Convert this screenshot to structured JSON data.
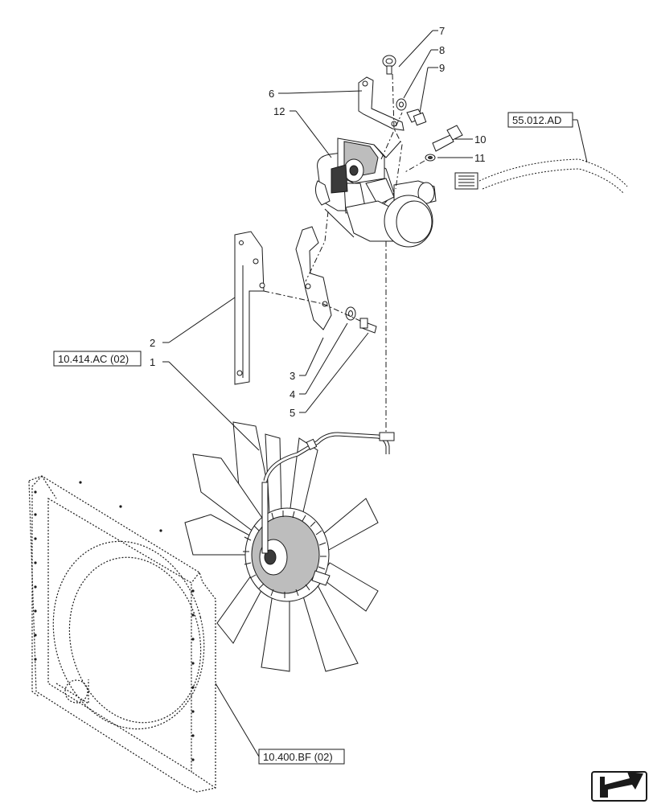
{
  "callouts": {
    "n1": "1",
    "n2": "2",
    "n3": "3",
    "n4": "4",
    "n5": "5",
    "n6": "6",
    "n7": "7",
    "n8": "8",
    "n9": "9",
    "n10": "10",
    "n11": "11",
    "n12": "12"
  },
  "references": {
    "harness_ref": "55.012.AD",
    "mount_ref": "10.414.AC (02)",
    "shroud_ref": "10.400.BF (02)"
  },
  "navigation": {
    "icon": "arrow-icon"
  }
}
